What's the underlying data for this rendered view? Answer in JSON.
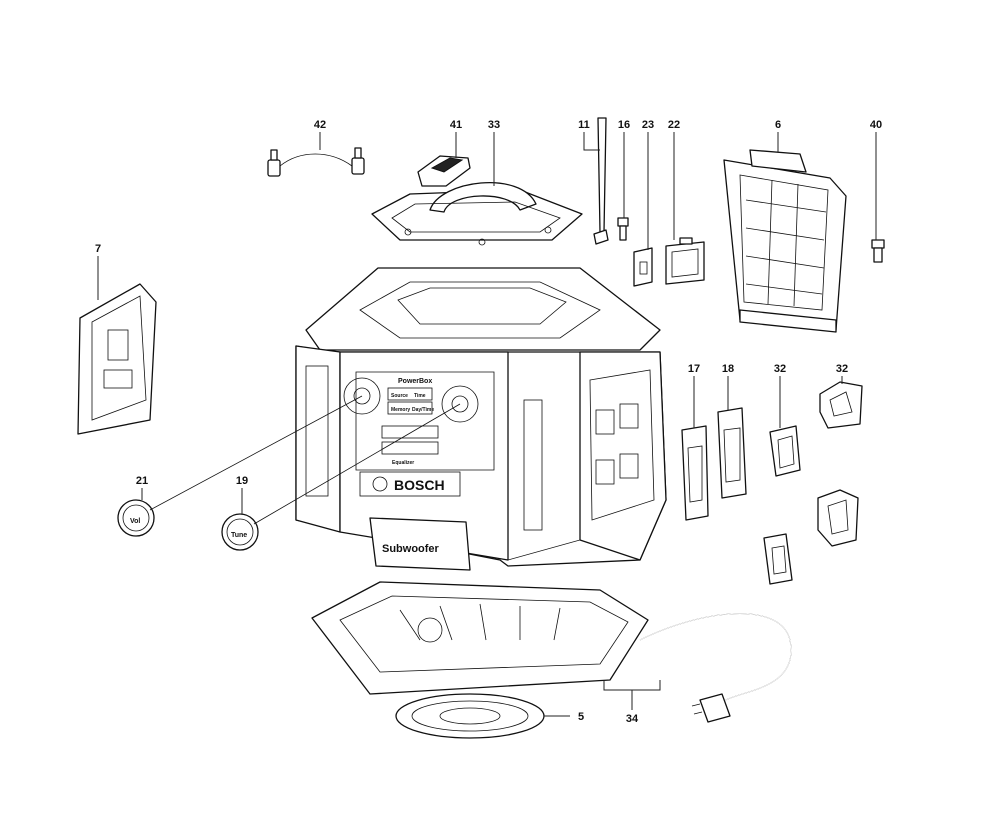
{
  "diagram": {
    "part_numbers": {
      "p42": "42",
      "p41": "41",
      "p33": "33",
      "p11": "11",
      "p16": "16",
      "p23": "23",
      "p22": "22",
      "p6": "6",
      "p40": "40",
      "p7": "7",
      "p17": "17",
      "p18": "18",
      "p32a": "32",
      "p32b": "32",
      "p21": "21",
      "p19": "19",
      "p5": "5",
      "p34": "34"
    },
    "printed_text": {
      "brand": "BOSCH",
      "model": "PowerBox",
      "subwoofer": "Subwoofer",
      "vol_knob": "Vol",
      "tune_knob": "Tune",
      "btn_source": "Source",
      "btn_time": "Time",
      "btn_memory": "Memory",
      "btn_day": "Day/Time",
      "btn_equalizer": "Equalizer"
    }
  }
}
